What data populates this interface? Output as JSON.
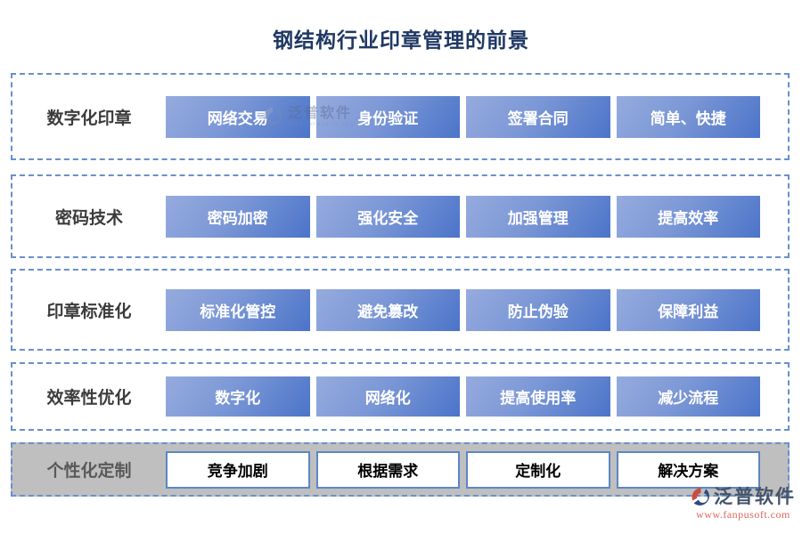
{
  "title": "钢结构行业印章管理的前景",
  "rows": [
    {
      "label": "数字化印章",
      "items": [
        "网络交易",
        "身份验证",
        "签署合同",
        "简单、快捷"
      ]
    },
    {
      "label": "密码技术",
      "items": [
        "密码加密",
        "强化安全",
        "加强管理",
        "提高效率"
      ]
    },
    {
      "label": "印章标准化",
      "items": [
        "标准化管控",
        "避免篡改",
        "防止伪验",
        "保障利益"
      ]
    },
    {
      "label": "效率性优化",
      "items": [
        "数字化",
        "网络化",
        "提高使用率",
        "减少流程"
      ]
    },
    {
      "label": "个性化定制",
      "items": [
        "竞争加剧",
        "根据需求",
        "定制化",
        "解决方案"
      ]
    }
  ],
  "watermark": {
    "brand": "泛普软件",
    "url": "www.fanpusoft.com"
  },
  "colors": {
    "title": "#1F3864",
    "dashed_border": "#6A90CC",
    "button_gradient_start": "#96ABDE",
    "button_gradient_end": "#4B74C9",
    "row5_background": "#BFBFBF",
    "row5_button_border": "#5B87C5",
    "brand_text": "#44546A",
    "brand_red": "#CC4B3F",
    "url_text": "#D9695F"
  }
}
